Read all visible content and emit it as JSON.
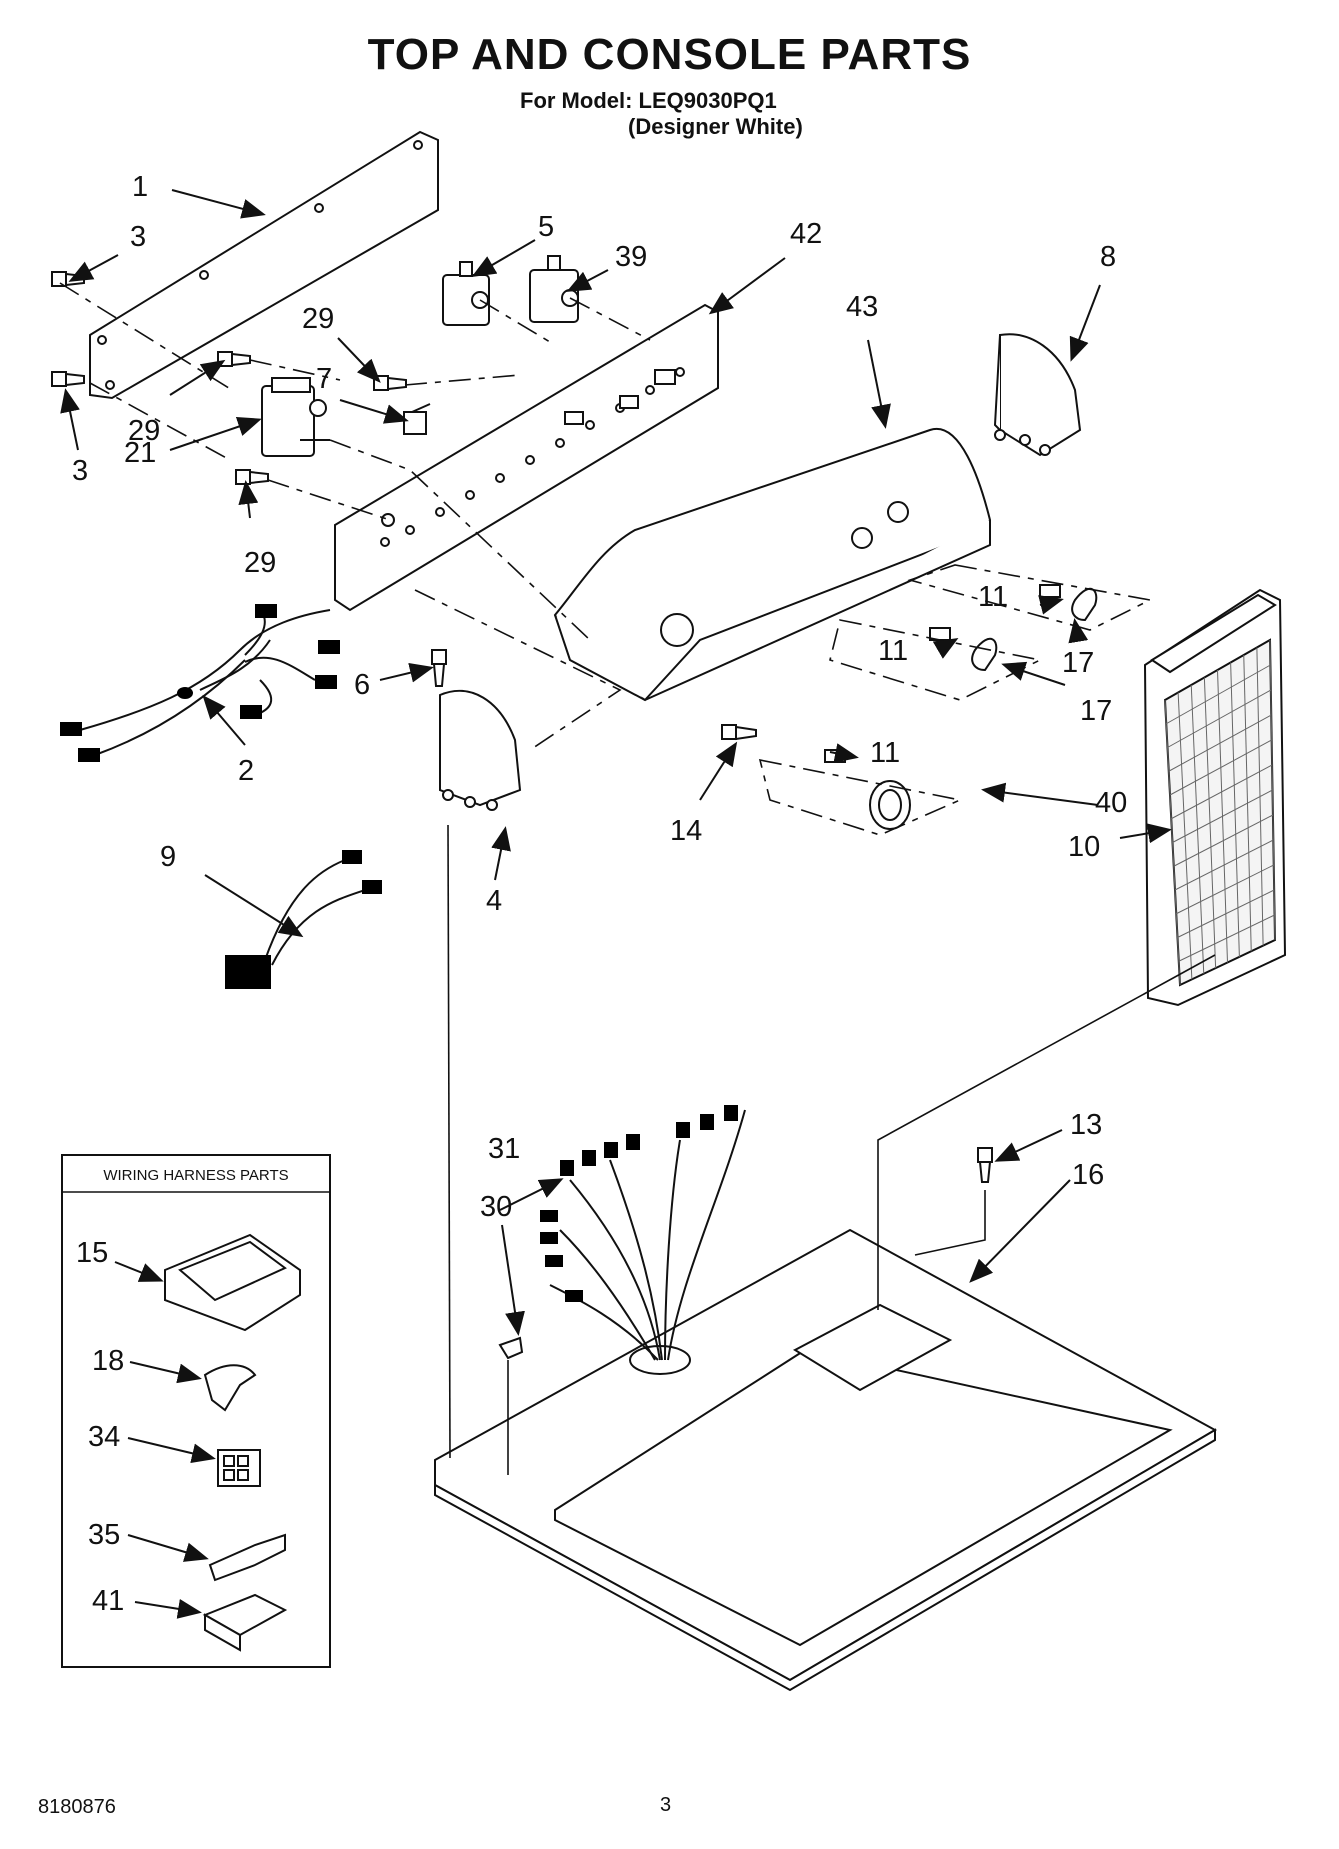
{
  "header": {
    "title": "TOP AND CONSOLE PARTS",
    "model_line": "For Model: LEQ9030PQ1",
    "variant_line": "(Designer White)"
  },
  "inset": {
    "title": "WIRING HARNESS PARTS"
  },
  "callouts": {
    "c1": "1",
    "c2": "2",
    "c3a": "3",
    "c3b": "3",
    "c4": "4",
    "c5": "5",
    "c6": "6",
    "c7": "7",
    "c8": "8",
    "c9": "9",
    "c10": "10",
    "c11a": "11",
    "c11b": "11",
    "c11c": "11",
    "c13": "13",
    "c14": "14",
    "c15": "15",
    "c16": "16",
    "c17a": "17",
    "c17b": "17",
    "c18": "18",
    "c21": "21",
    "c29a": "29",
    "c29b": "29",
    "c29c": "29",
    "c30": "30",
    "c31": "31",
    "c34": "34",
    "c35": "35",
    "c39": "39",
    "c40": "40",
    "c41": "41",
    "c42": "42",
    "c43": "43"
  },
  "footer": {
    "doc_number": "8180876",
    "page_number": "3"
  }
}
